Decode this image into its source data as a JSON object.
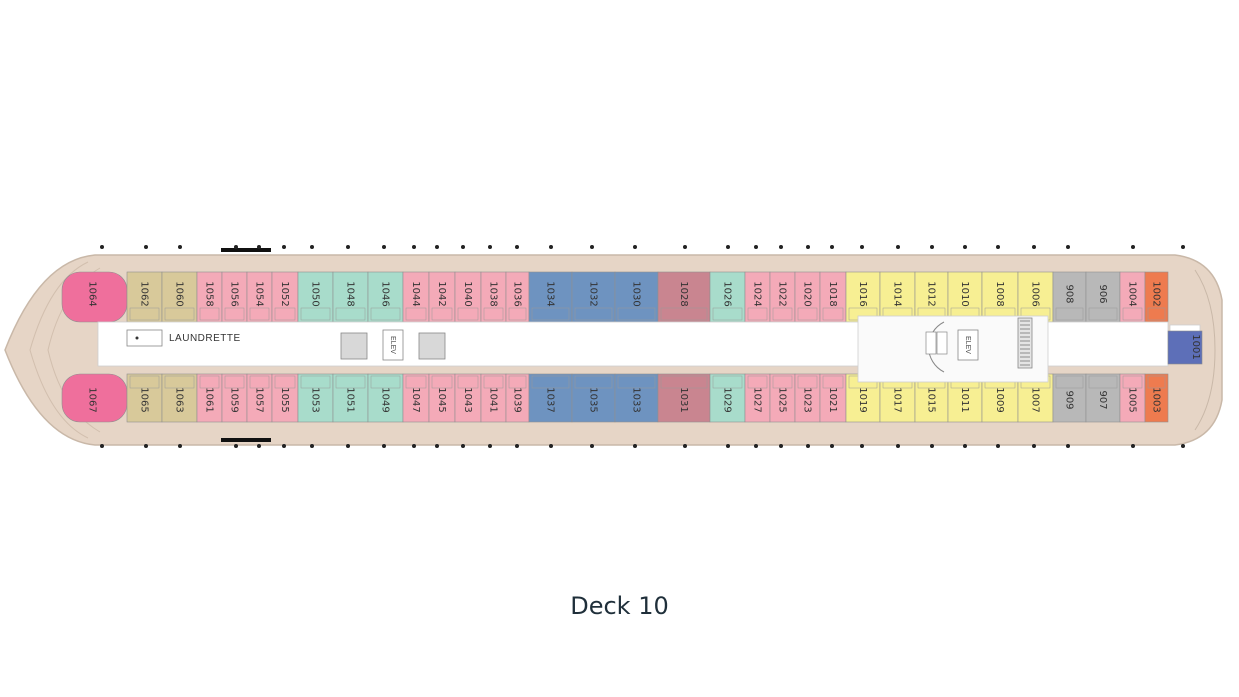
{
  "deck_title": "Deck 10",
  "labels": {
    "laundrette": "LAUNDRETTE",
    "elevator": "ELEV"
  },
  "colors": {
    "pink": "#f4aab8",
    "magenta": "#ef6f9c",
    "tan": "#d8c99a",
    "teal": "#a8dccb",
    "blue": "#6e93c0",
    "mauve": "#c98590",
    "yellow": "#f7ef93",
    "gray": "#b8b8b8",
    "orange": "#ee7b4f",
    "navy": "#5d6fb8",
    "hull": "#e6d5c6",
    "corridor": "#ffffff"
  },
  "cabins_top": [
    {
      "num": "1064",
      "color": "magenta"
    },
    {
      "num": "1062",
      "color": "tan"
    },
    {
      "num": "1060",
      "color": "tan"
    },
    {
      "num": "1058",
      "color": "pink"
    },
    {
      "num": "1056",
      "color": "pink"
    },
    {
      "num": "1054",
      "color": "pink"
    },
    {
      "num": "1052",
      "color": "pink"
    },
    {
      "num": "1050",
      "color": "teal"
    },
    {
      "num": "1048",
      "color": "teal"
    },
    {
      "num": "1046",
      "color": "teal"
    },
    {
      "num": "1044",
      "color": "pink"
    },
    {
      "num": "1042",
      "color": "pink"
    },
    {
      "num": "1040",
      "color": "pink"
    },
    {
      "num": "1038",
      "color": "pink"
    },
    {
      "num": "1036",
      "color": "pink"
    },
    {
      "num": "1034",
      "color": "blue"
    },
    {
      "num": "1032",
      "color": "blue"
    },
    {
      "num": "1030",
      "color": "blue"
    },
    {
      "num": "1028",
      "color": "mauve"
    },
    {
      "num": "1026",
      "color": "teal"
    },
    {
      "num": "1024",
      "color": "pink"
    },
    {
      "num": "1022",
      "color": "pink"
    },
    {
      "num": "1020",
      "color": "pink"
    },
    {
      "num": "1018",
      "color": "pink"
    },
    {
      "num": "1016",
      "color": "yellow"
    },
    {
      "num": "1014",
      "color": "yellow"
    },
    {
      "num": "1012",
      "color": "yellow"
    },
    {
      "num": "1010",
      "color": "yellow"
    },
    {
      "num": "1008",
      "color": "yellow"
    },
    {
      "num": "1006",
      "color": "yellow"
    },
    {
      "num": "908",
      "color": "gray"
    },
    {
      "num": "906",
      "color": "gray"
    },
    {
      "num": "1004",
      "color": "pink"
    },
    {
      "num": "1002",
      "color": "orange"
    }
  ],
  "cabins_bottom": [
    {
      "num": "1067",
      "color": "magenta"
    },
    {
      "num": "1065",
      "color": "tan"
    },
    {
      "num": "1063",
      "color": "tan"
    },
    {
      "num": "1061",
      "color": "pink"
    },
    {
      "num": "1059",
      "color": "pink"
    },
    {
      "num": "1057",
      "color": "pink"
    },
    {
      "num": "1055",
      "color": "pink"
    },
    {
      "num": "1053",
      "color": "teal"
    },
    {
      "num": "1051",
      "color": "teal"
    },
    {
      "num": "1049",
      "color": "teal"
    },
    {
      "num": "1047",
      "color": "pink"
    },
    {
      "num": "1045",
      "color": "pink"
    },
    {
      "num": "1043",
      "color": "pink"
    },
    {
      "num": "1041",
      "color": "pink"
    },
    {
      "num": "1039",
      "color": "pink"
    },
    {
      "num": "1037",
      "color": "blue"
    },
    {
      "num": "1035",
      "color": "blue"
    },
    {
      "num": "1033",
      "color": "blue"
    },
    {
      "num": "1031",
      "color": "mauve"
    },
    {
      "num": "1029",
      "color": "teal"
    },
    {
      "num": "1027",
      "color": "pink"
    },
    {
      "num": "1025",
      "color": "pink"
    },
    {
      "num": "1023",
      "color": "pink"
    },
    {
      "num": "1021",
      "color": "pink"
    },
    {
      "num": "1019",
      "color": "yellow"
    },
    {
      "num": "1017",
      "color": "yellow"
    },
    {
      "num": "1015",
      "color": "yellow"
    },
    {
      "num": "1011",
      "color": "yellow"
    },
    {
      "num": "1009",
      "color": "yellow"
    },
    {
      "num": "1007",
      "color": "yellow"
    },
    {
      "num": "909",
      "color": "gray"
    },
    {
      "num": "907",
      "color": "gray"
    },
    {
      "num": "1005",
      "color": "pink"
    },
    {
      "num": "1003",
      "color": "orange"
    }
  ],
  "cabin_forward": {
    "num": "1001",
    "color": "navy"
  }
}
